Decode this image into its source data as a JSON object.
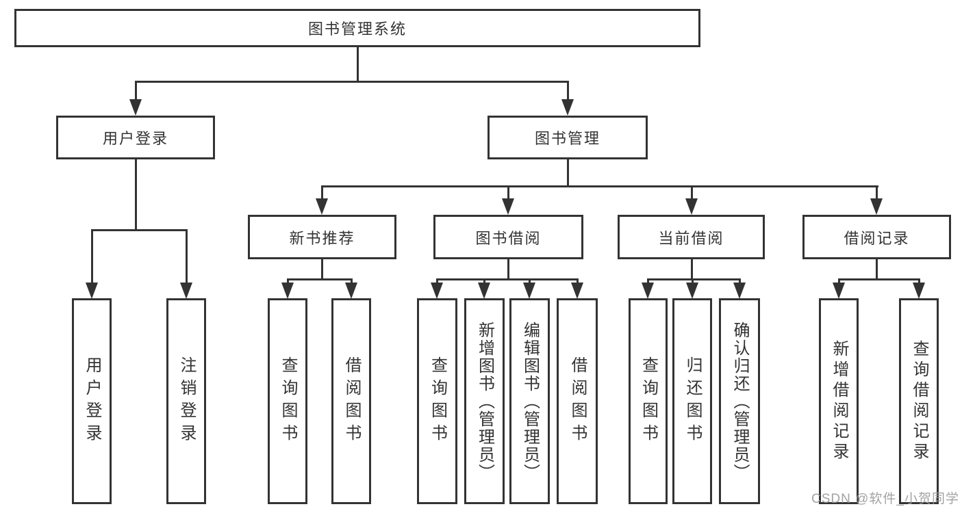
{
  "diagram": {
    "title": "图书管理系统",
    "nodes": [
      {
        "id": "root",
        "level": 1,
        "label": "图书管理系统"
      },
      {
        "id": "user-login",
        "level": 2,
        "label": "用户登录"
      },
      {
        "id": "book-management",
        "level": 2,
        "label": "图书管理"
      },
      {
        "id": "new-book-recommend",
        "level": 3,
        "label": "新书推荐"
      },
      {
        "id": "book-borrow",
        "level": 3,
        "label": "图书借阅"
      },
      {
        "id": "current-borrow",
        "level": 3,
        "label": "当前借阅"
      },
      {
        "id": "borrow-records",
        "level": 3,
        "label": "借阅记录"
      },
      {
        "id": "leaf-user-login",
        "level": 4,
        "label": "用户登录"
      },
      {
        "id": "leaf-logout",
        "level": 4,
        "label": "注销登录"
      },
      {
        "id": "nb-query-book",
        "level": 4,
        "label": "查询图书"
      },
      {
        "id": "nb-borrow-book",
        "level": 4,
        "label": "借阅图书"
      },
      {
        "id": "bb-query-book",
        "level": 4,
        "label": "查询图书"
      },
      {
        "id": "bb-add-book",
        "level": 4,
        "label": "新增图书（管理员）"
      },
      {
        "id": "bb-edit-book",
        "level": 4,
        "label": "编辑图书（管理员）"
      },
      {
        "id": "bb-borrow-book",
        "level": 4,
        "label": "借阅图书"
      },
      {
        "id": "cb-query-book",
        "level": 4,
        "label": "查询图书"
      },
      {
        "id": "cb-return-book",
        "level": 4,
        "label": "归还图书"
      },
      {
        "id": "cb-confirm-return",
        "level": 4,
        "label": "确认归还（管理员）"
      },
      {
        "id": "br-add-record",
        "level": 4,
        "label": "新增借阅记录"
      },
      {
        "id": "br-query-record",
        "level": 4,
        "label": "查询借阅记录"
      }
    ],
    "edges": [
      [
        "root",
        "user-login"
      ],
      [
        "root",
        "book-management"
      ],
      [
        "user-login",
        "leaf-user-login"
      ],
      [
        "user-login",
        "leaf-logout"
      ],
      [
        "book-management",
        "new-book-recommend"
      ],
      [
        "book-management",
        "book-borrow"
      ],
      [
        "book-management",
        "current-borrow"
      ],
      [
        "book-management",
        "borrow-records"
      ],
      [
        "new-book-recommend",
        "nb-query-book"
      ],
      [
        "new-book-recommend",
        "nb-borrow-book"
      ],
      [
        "book-borrow",
        "bb-query-book"
      ],
      [
        "book-borrow",
        "bb-add-book"
      ],
      [
        "book-borrow",
        "bb-edit-book"
      ],
      [
        "book-borrow",
        "bb-borrow-book"
      ],
      [
        "current-borrow",
        "cb-query-book"
      ],
      [
        "current-borrow",
        "cb-return-book"
      ],
      [
        "current-borrow",
        "cb-confirm-return"
      ],
      [
        "borrow-records",
        "br-add-record"
      ],
      [
        "borrow-records",
        "br-query-record"
      ]
    ]
  },
  "watermark": {
    "text": "CSDN @软件_小贺同学",
    "color": "#9b9b9b"
  },
  "colors": {
    "line": "#333333",
    "background": "#ffffff",
    "text": "#333333"
  }
}
